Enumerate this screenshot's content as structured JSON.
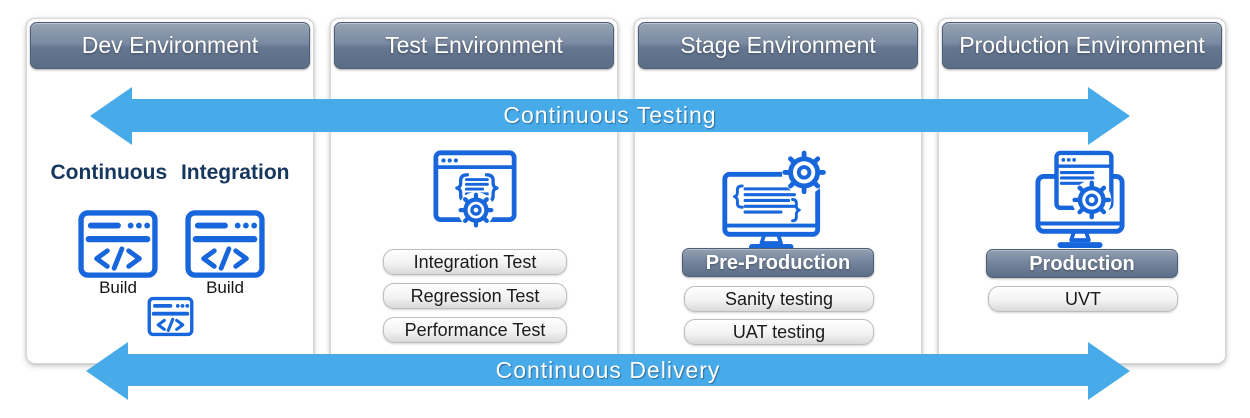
{
  "diagram": {
    "arrows": {
      "testing": "Continuous Testing",
      "delivery": "Continuous Delivery"
    },
    "panels": [
      {
        "title": "Dev Environment",
        "ci_label": "Continuous Integration",
        "build1": "Build",
        "build2": "Build"
      },
      {
        "title": "Test Environment",
        "pills": [
          "Integration Test",
          "Regression Test",
          "Performance Test"
        ]
      },
      {
        "title": "Stage Environment",
        "badge": "Pre-Production",
        "pills": [
          "Sanity testing",
          "UAT testing"
        ]
      },
      {
        "title": "Production Environment",
        "badge": "Production",
        "pills": [
          "UVT"
        ]
      }
    ],
    "icons": {
      "dev": "code-window-icon",
      "test": "code-braces-gear-window-icon",
      "stage": "monitor-code-gear-icon",
      "production": "monitor-browser-gear-icon"
    },
    "colors": {
      "arrow_blue": "#47aae9",
      "icon_blue": "#1766db",
      "header_top": "#95a3b5",
      "header_bottom": "#5c6d86",
      "navy_text": "#17375e"
    }
  }
}
